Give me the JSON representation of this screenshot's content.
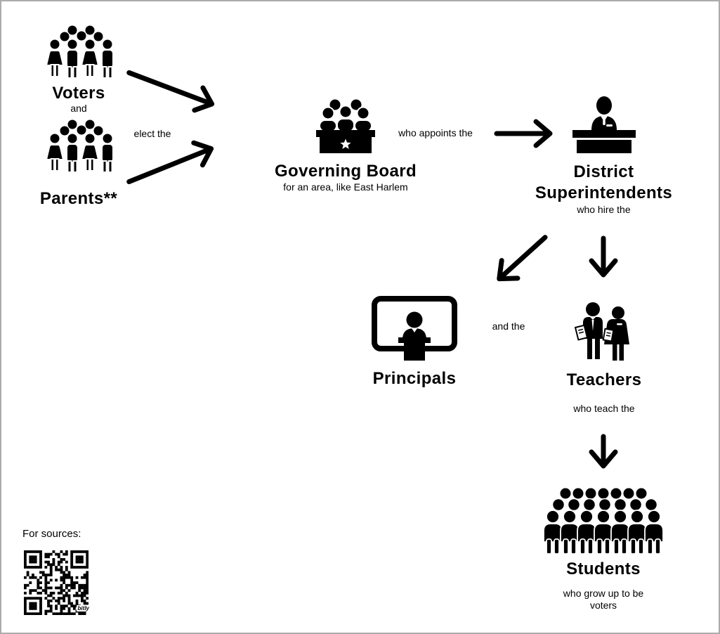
{
  "canvas": {
    "background": "#ffffff",
    "border_color": "#ababab",
    "ink": "#000000"
  },
  "nodes": {
    "voters": {
      "label": "Voters",
      "icon": "crowd-icon"
    },
    "parents": {
      "label": "Parents**",
      "icon": "crowd-icon"
    },
    "governing_board": {
      "label": "Governing Board",
      "sublabel": "for an area, like East Harlem",
      "icon": "governing-board-podium-icon"
    },
    "district_superintendents": {
      "label_line1": "District",
      "label_line2": "Superintendents",
      "sublabel": "who hire the",
      "icon": "superintendent-desk-icon"
    },
    "principals": {
      "label": "Principals",
      "icon": "principal-whiteboard-icon"
    },
    "teachers": {
      "label": "Teachers",
      "sublabel": "who teach the",
      "icon": "teachers-pair-icon"
    },
    "students": {
      "label": "Students",
      "sublabel_line1": "who grow up to be",
      "sublabel_line2": "voters",
      "icon": "students-crowd-icon"
    }
  },
  "connectors": {
    "and": "and",
    "elect": "elect the",
    "appoints": "who appoints the",
    "and_the": "and the"
  },
  "footer": {
    "sources_label": "For sources:",
    "qr_brand": "bitly"
  }
}
